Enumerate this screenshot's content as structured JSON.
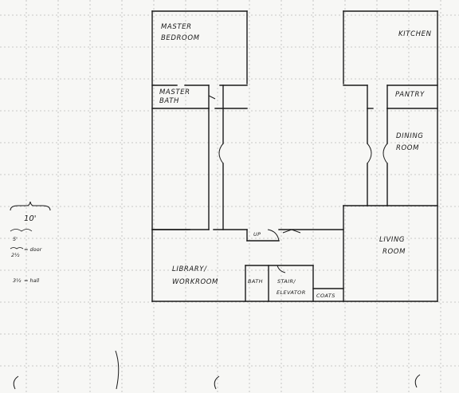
{
  "sheet": {
    "paper_color": "#f7f7f5",
    "grid_color": "#b9b9b9",
    "ink_color": "#1a1a1a"
  },
  "rooms": {
    "master_bedroom": [
      "MASTER",
      "BEDROOM"
    ],
    "master_bath": [
      "MASTER",
      "BATH"
    ],
    "kitchen": [
      "KITCHEN"
    ],
    "pantry": [
      "PANTRY"
    ],
    "dining_room": [
      "DINING",
      "ROOM"
    ],
    "living_room": [
      "LIVING",
      "ROOM"
    ],
    "library": [
      "LIBRARY/",
      "WORKROOM"
    ],
    "bath": [
      "BATH"
    ],
    "stair": [
      "STAIR/",
      "ELEVATOR"
    ],
    "coats": [
      "COATS"
    ],
    "up": "UP"
  },
  "legend": {
    "scale": "10'",
    "half_unit": "5'",
    "door_note": "= door",
    "door_width": "2½",
    "hall_note": "= hall",
    "hall_width": "3½"
  }
}
